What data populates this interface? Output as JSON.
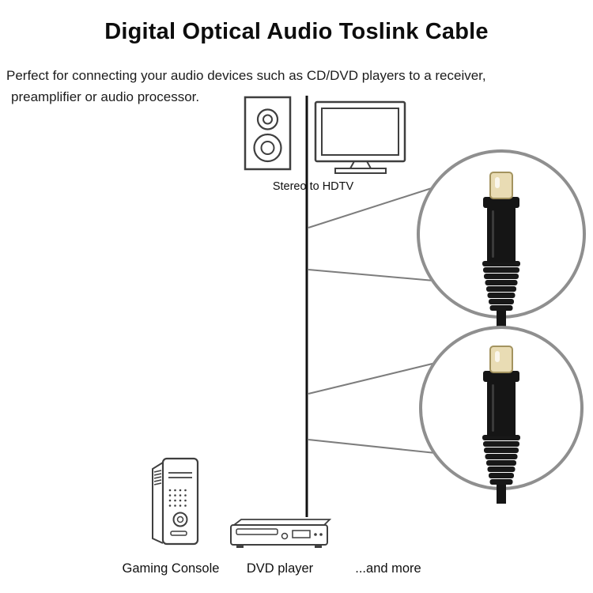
{
  "page": {
    "title": "Digital Optical Audio Toslink Cable",
    "description": {
      "line1": "Perfect for connecting your audio devices such as CD/DVD players to a receiver,",
      "line2": "preamplifier or audio processor."
    }
  },
  "labels": {
    "stereo_to_hdtv": "Stereo to HDTV",
    "gaming_console": "Gaming Console",
    "dvd_player": "DVD player",
    "and_more": "...and more"
  },
  "diagram": {
    "devices_top": [
      "stereo speaker",
      "HDTV"
    ],
    "devices_bottom": [
      "gaming console",
      "DVD player"
    ],
    "closeups": [
      "toslink connector end (top)",
      "toslink connector end (bottom)"
    ]
  },
  "colors": {
    "background": "#ffffff",
    "line_art": "#3f3f3f",
    "cable": "#111111",
    "callout_line": "#7d7d7d",
    "circle_border": "#8f8f8f",
    "connector_body": "#151515",
    "connector_tip": "#e9dcb4",
    "text": "#111111"
  }
}
